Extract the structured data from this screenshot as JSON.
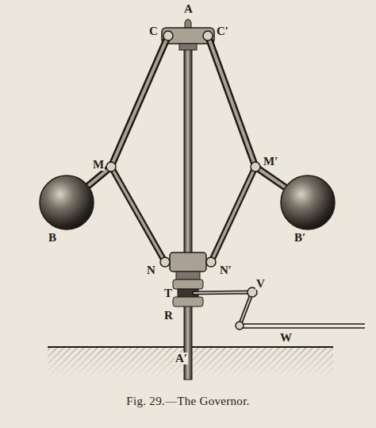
{
  "diagram": {
    "caption": "Fig. 29.—The Governor.",
    "labels": [
      "A",
      "C",
      "C′",
      "M",
      "M′",
      "B",
      "B′",
      "N",
      "N′",
      "V",
      "T",
      "R",
      "A′",
      "W"
    ]
  }
}
